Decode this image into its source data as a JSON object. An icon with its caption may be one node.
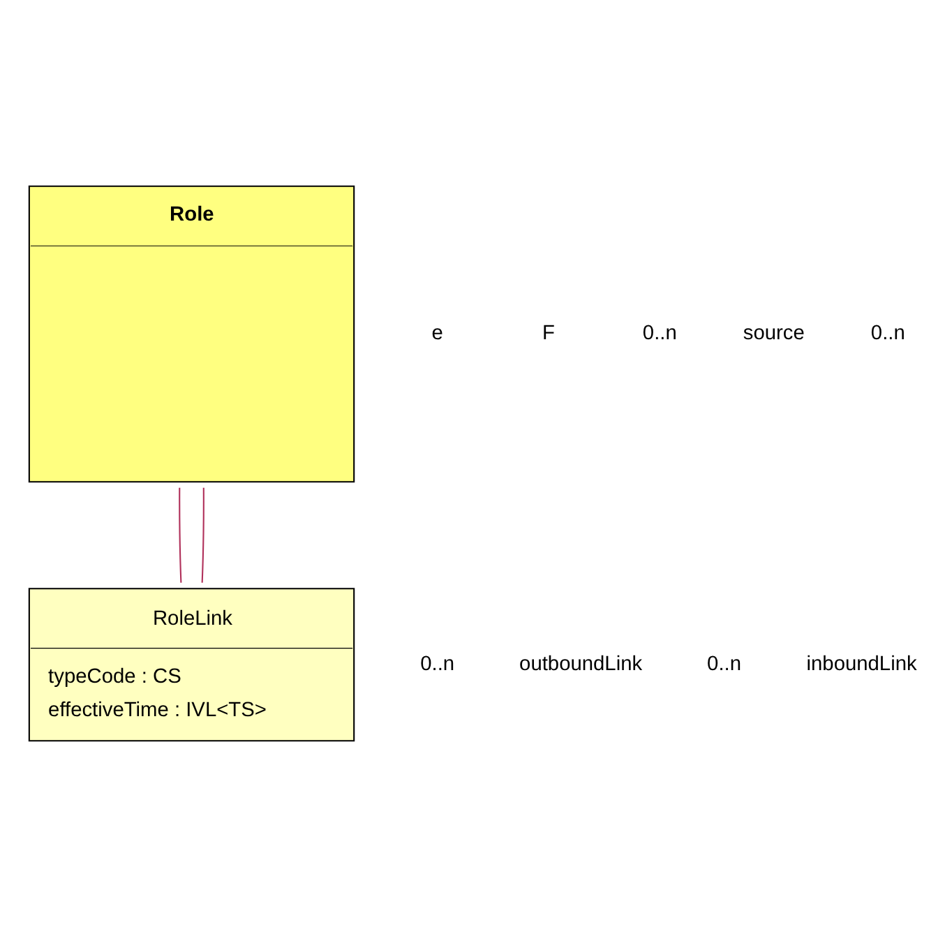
{
  "diagram": {
    "nodes": [
      {
        "text": [
          "Role"
        ]
      },
      {
        "text": [
          "RoleLink",
          "typeCode : CS",
          "effectiveTime : IVL<TS>"
        ]
      }
    ],
    "edges": [
      {
        "from": 0,
        "to": 1,
        "arrow": "none"
      },
      {
        "from": 0,
        "to": 1,
        "arrow": "none"
      }
    ],
    "labels": [
      "e",
      "F",
      "0..n",
      "source",
      "0..n",
      "0..n",
      "outboundLink",
      "0..n",
      "inboundLink"
    ]
  }
}
